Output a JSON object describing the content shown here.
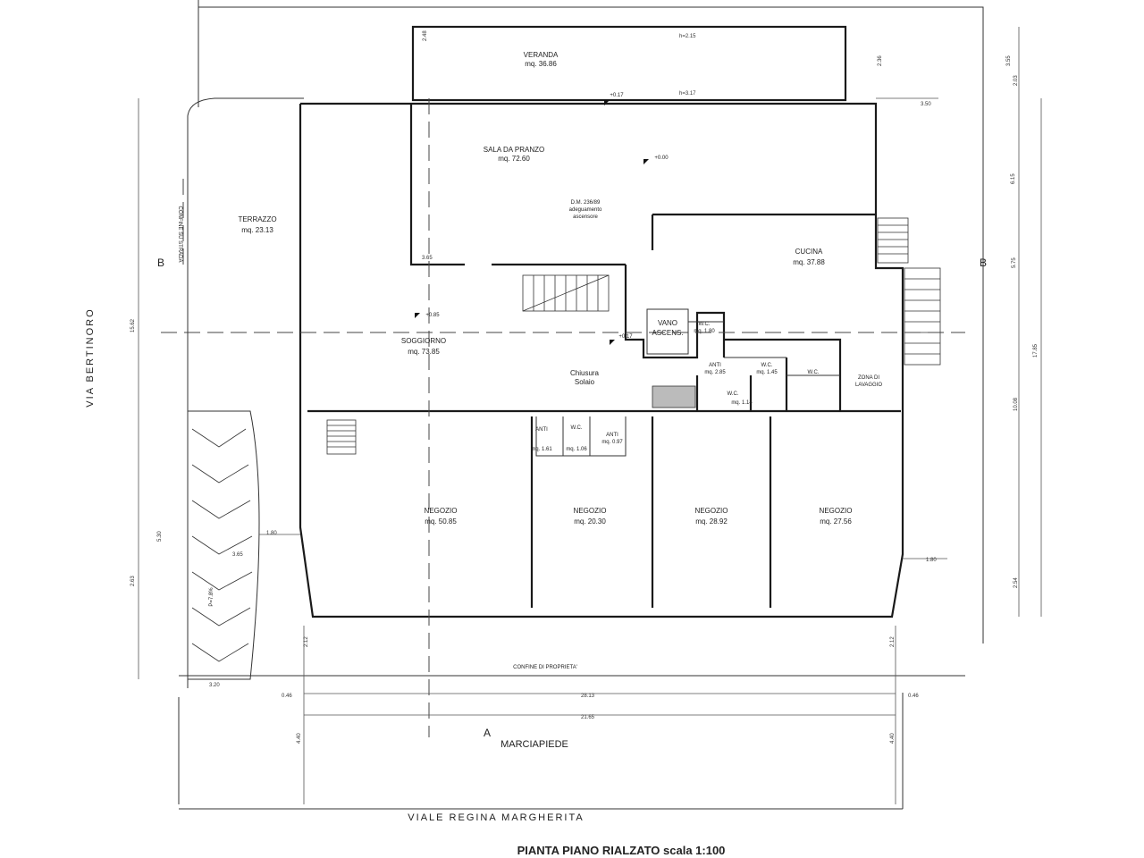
{
  "title": "PIANTA PIANO RIALZATO scala 1:100",
  "streets": {
    "left": "VIA BERTINORO",
    "bottom": "VIALE  REGINA  MARGHERITA",
    "sidewalk": "MARCIAPIEDE",
    "property_line": "CONFINE DI PROPRIETA'",
    "road_line": "CONFINE SU STRADA"
  },
  "rooms": [
    {
      "name": "VERANDA",
      "area": "mq. 36.86"
    },
    {
      "name": "SALA DA PRANZO",
      "area": "mq. 72.60"
    },
    {
      "name": "TERRAZZO",
      "area": "mq. 23.13"
    },
    {
      "name": "CUCINA",
      "area": "mq. 37.88"
    },
    {
      "name": "SOGGIORNO",
      "area": "mq. 73.85"
    },
    {
      "name": "VANO",
      "area": "ASCENS."
    },
    {
      "name": "W.C.",
      "area": "mq. 1.80"
    },
    {
      "name": "ANTI",
      "area": "mq. 2.85"
    },
    {
      "name": "W.C.",
      "area": "mq. 1.45"
    },
    {
      "name": "W.C.",
      "area": "mq. 1.14"
    },
    {
      "name": "W.C.",
      "area": ""
    },
    {
      "name": "ZONA DI",
      "area": "LAVAGGIO"
    },
    {
      "name": "NEGOZIO",
      "area": "mq. 50.85"
    },
    {
      "name": "NEGOZIO",
      "area": "mq. 20.30"
    },
    {
      "name": "NEGOZIO",
      "area": "mq. 28.92"
    },
    {
      "name": "NEGOZIO",
      "area": "mq. 27.56"
    },
    {
      "name": "ANTI",
      "area": "mq. 0.97"
    },
    {
      "name": "W.C.",
      "area": "mq. 1.06"
    },
    {
      "name": "ANTI",
      "area": "mq. 1.61"
    }
  ],
  "notes": {
    "dm": "D.M. 236/89",
    "dm2": "adeguamento",
    "dm3": "ascensore",
    "chiusura": "Chiusura",
    "chiusura2": "Solaio",
    "slope": "P=7.8%"
  },
  "elevations": [
    "+0.00",
    "+0.85",
    "+0.17",
    "+0.17"
  ],
  "section_labels": [
    "B",
    "B",
    "A"
  ],
  "dimensions": {
    "d1": "28.13",
    "d2": "21.65",
    "d3": "3.50",
    "d4": "1.80",
    "d5": "1.80",
    "d6": "15.62",
    "d7": "17.85",
    "d8": "6.15",
    "d9": "2.48",
    "d10": "2.36",
    "d11": "3.20",
    "d12": "0.46",
    "d13": "0.46",
    "d14": "4.40",
    "d15": "4.40",
    "d16": "2.12",
    "d17": "2.12",
    "d18": "5.30",
    "d19": "2.63",
    "d20": "2.54",
    "d21": "10.08",
    "d22": "3.65",
    "d23": "3.55",
    "d24": "h=2.15",
    "d25": "h=3.17",
    "d26": "2.03",
    "d27": "5.75",
    "d28": "3.65"
  }
}
